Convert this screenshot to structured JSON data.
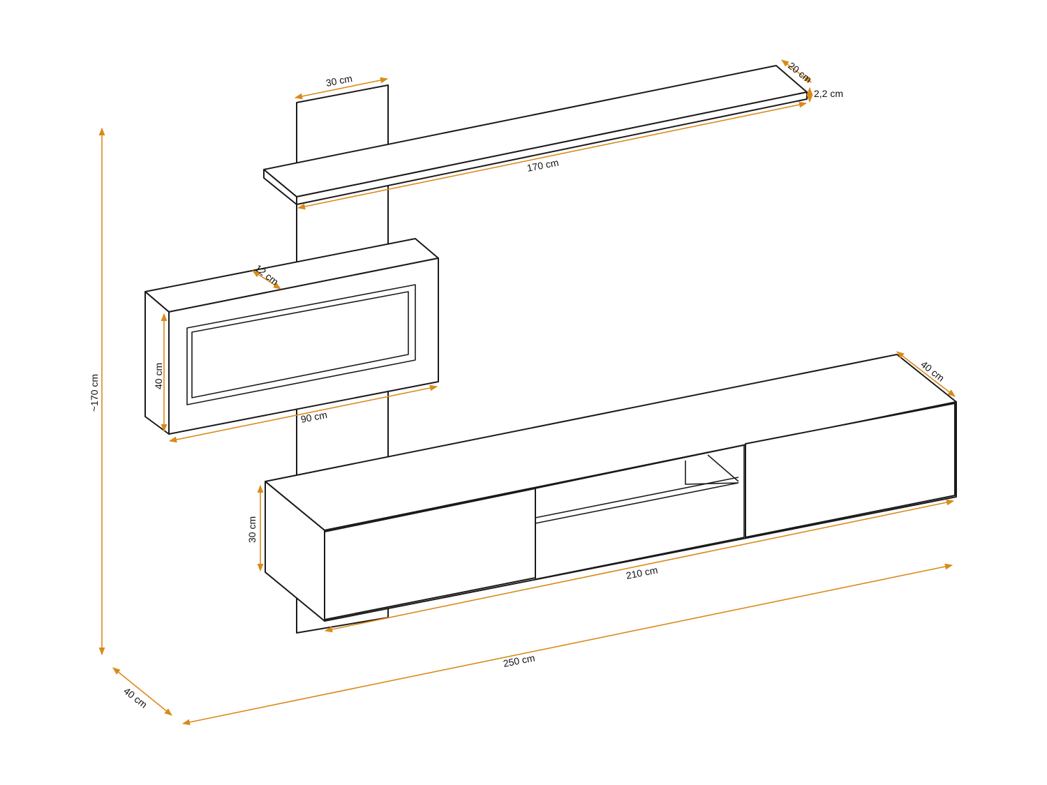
{
  "dimensions": {
    "panel_width": "30 cm",
    "shelf_depth": "20 cm",
    "shelf_thickness": "2,2 cm",
    "shelf_length": "170 cm",
    "frame_depth": "12 cm",
    "frame_height": "40 cm",
    "frame_width": "90 cm",
    "cabinet_depth": "40 cm",
    "cabinet_height": "30 cm",
    "cabinet_width": "210 cm",
    "total_width": "250 cm",
    "total_depth": "40 cm",
    "total_height": "~170 cm"
  },
  "colors": {
    "dimension_line": "#d98a1a",
    "outline": "#1a1a1a",
    "background": "#ffffff"
  }
}
